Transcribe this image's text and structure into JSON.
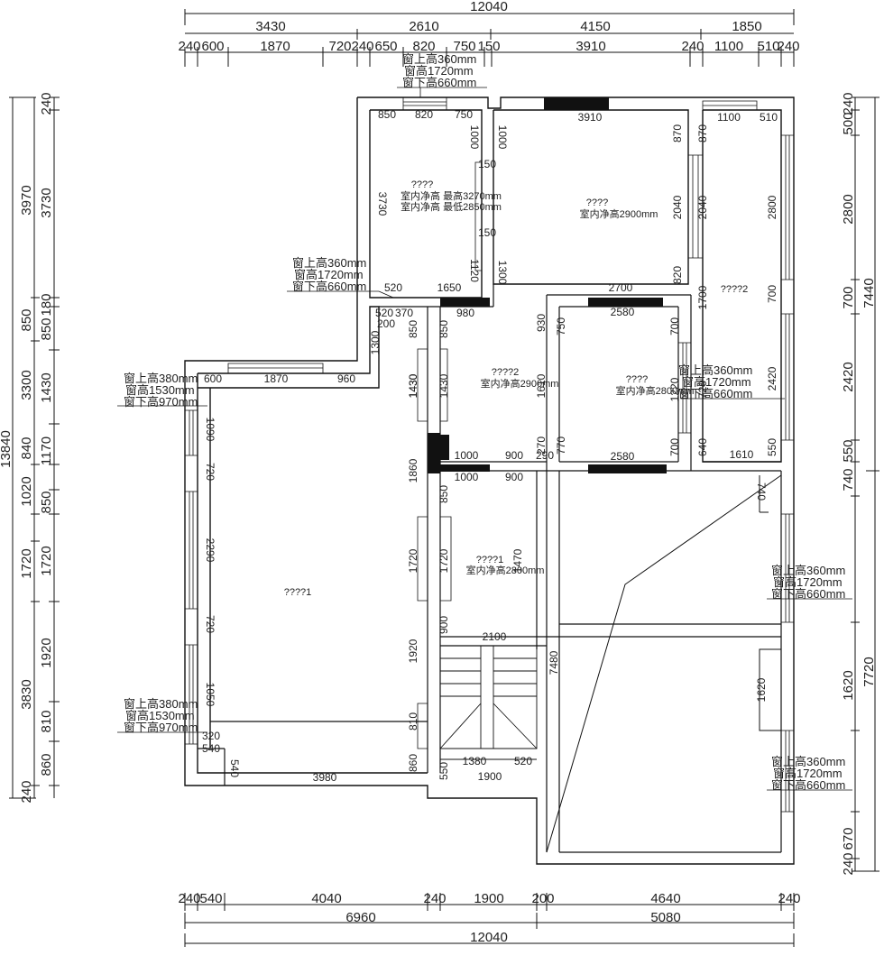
{
  "top_dims": {
    "total": "12040",
    "row1": [
      "3430",
      "2610",
      "4150",
      "1850"
    ],
    "row2": [
      "240",
      "600",
      "1870",
      "720",
      "240",
      "650",
      "820",
      "750",
      "150",
      "3910",
      "240",
      "1100",
      "510",
      "240"
    ]
  },
  "bottom_dims": {
    "row1": [
      "240",
      "540",
      "4040",
      "240",
      "1900",
      "200",
      "4640",
      "240"
    ],
    "row2": [
      "6960",
      "5080"
    ],
    "total": "12040"
  },
  "left_dims": {
    "total": "13840",
    "outer": [
      "3970",
      "850",
      "3300",
      "840",
      "1020",
      "1720",
      "3830",
      "240"
    ],
    "inner": [
      "240",
      "3730",
      "180",
      "850",
      "1430",
      "1170",
      "850",
      "1720",
      "1920",
      "810",
      "860"
    ]
  },
  "right_dims": {
    "outer": [
      "7440",
      "7720"
    ],
    "inner": [
      "240",
      "500",
      "2800",
      "700",
      "2420",
      "550",
      "740",
      "1620",
      "670",
      "240"
    ]
  },
  "window_notes": {
    "top": [
      "窗上高360mm",
      "窗高1720mm",
      "窗下高660mm"
    ],
    "left_upper": [
      "窗上高360mm",
      "窗高1720mm",
      "窗下高660mm"
    ],
    "west_a": [
      "窗上高380mm",
      "窗高1530mm",
      "窗下高970mm"
    ],
    "west_b": [
      "窗上高380mm",
      "窗高1530mm",
      "窗下高970mm"
    ],
    "east_a": [
      "窗上高360mm",
      "窗高1720mm",
      "窗下高660mm"
    ],
    "east_b": [
      "窗上高360mm",
      "窗高1720mm",
      "窗下高660mm"
    ],
    "east_c": [
      "窗上高360mm",
      "窗高1720mm",
      "窗下高660mm"
    ]
  },
  "rooms": {
    "room_a": {
      "name": "????",
      "line1": "室内净高  最高3270mm",
      "line2": "室内净高  最低2850mm"
    },
    "room_b": {
      "name": "????",
      "line1": "室内净高2900mm"
    },
    "room_c": {
      "name": "????2"
    },
    "room_d": {
      "name": "????2",
      "line1": "室内净高2900mm"
    },
    "room_e": {
      "name": "????",
      "line1": "室内净高2800mm"
    },
    "room_f": {
      "name": "????1"
    },
    "room_g": {
      "name": "????1",
      "line1": "室内净高2800mm"
    }
  },
  "inner_dims": {
    "a_top": [
      "850",
      "820",
      "750"
    ],
    "b_top": "3910",
    "c_top": [
      "1100",
      "510"
    ],
    "a_left": "3730",
    "a_right": [
      "1000",
      "150",
      "150",
      "1120"
    ],
    "b_left": [
      "1000",
      "1300"
    ],
    "b_right": [
      "870",
      "2040",
      "820"
    ],
    "c_left": [
      "870",
      "2040",
      "1700"
    ],
    "c_right": [
      "2800",
      "700",
      "2420",
      "550"
    ],
    "a_bottom": [
      "520",
      "1650"
    ],
    "b_bottom": "2700",
    "e_top": "2580",
    "e_bottom": "2580",
    "c_bottom": "1610",
    "small": [
      "520",
      "370",
      "200",
      "1300",
      "980"
    ],
    "d_left": [
      "850",
      "1430"
    ],
    "d_right": [
      "930",
      "750",
      "1610",
      "270",
      "770",
      "290"
    ],
    "e_right": [
      "700",
      "1220",
      "700"
    ],
    "c_mid": [
      "720",
      "640"
    ],
    "f_top": [
      "600",
      "1870",
      "960"
    ],
    "f_left": [
      "1090",
      "720",
      "2290",
      "720",
      "1050",
      "540",
      "320",
      "540"
    ],
    "f_right": [
      "1430",
      "1860",
      "1720",
      "1920",
      "810",
      "860"
    ],
    "f_bottom": "3980",
    "d_bottom": [
      "1000",
      "900"
    ],
    "g_top": [
      "1000",
      "900"
    ],
    "g_left": [
      "850",
      "1720",
      "900"
    ],
    "g_right": "1470",
    "g_bottom": "2100",
    "stair_bottom": [
      "1380",
      "520",
      "1900",
      "550"
    ],
    "big_right": [
      "740",
      "7480",
      "1620"
    ]
  }
}
